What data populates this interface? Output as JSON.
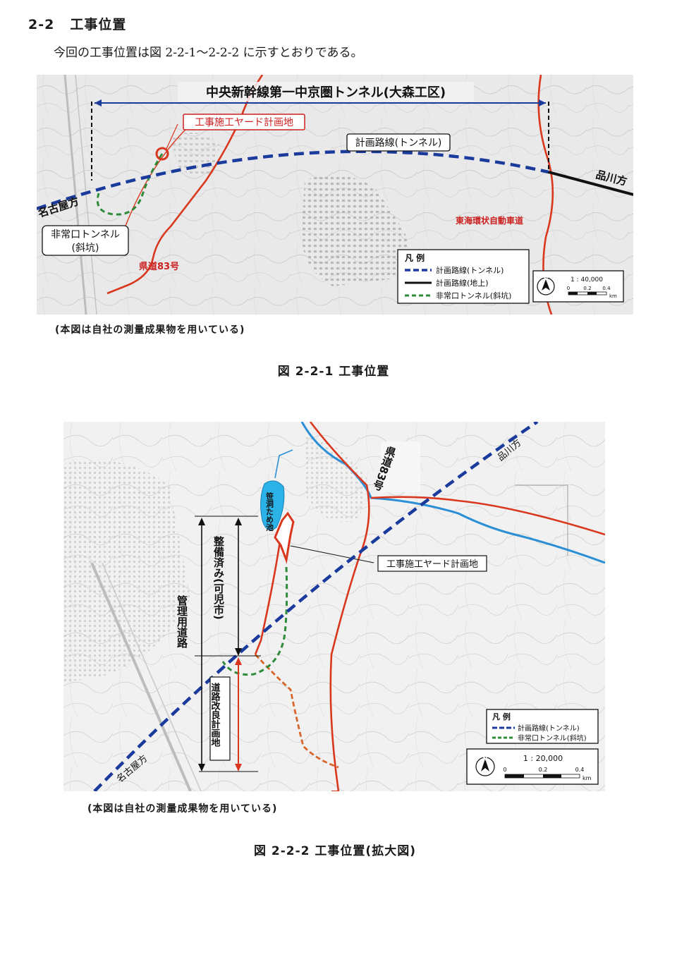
{
  "section": {
    "number": "2-2",
    "title": "工事位置"
  },
  "intro": "今回の工事位置は図 2-2-1〜2-2-2 に示すとおりである。",
  "map1": {
    "title": "中央新幹線第一中京圏トンネル(大森工区)",
    "yard_label": "工事施工ヤード計画地",
    "route_label": "計画路線(トンネル)",
    "nagoya_label": "名古屋方",
    "shinagawa_label": "品川方",
    "emergency_label_line1": "非常口トンネル",
    "emergency_label_line2": "(斜坑)",
    "pref_road_label": "県道83号",
    "expressway_label": "東海環状自動車道",
    "legend": {
      "title": "凡 例",
      "items": [
        "計画路線(トンネル)",
        "計画路線(地上)",
        "非常口トンネル(斜坑)"
      ]
    },
    "scale": {
      "ratio": "1 : 40,000",
      "ticks": [
        "0",
        "0.2",
        "0.4"
      ],
      "unit": "km",
      "north": "N"
    },
    "note": "(本図は自社の測量成果物を用いている)",
    "caption": "図 2-2-1 工事位置"
  },
  "map2": {
    "pond_label": "笹洞ため池",
    "pref_road_label": "県道83号",
    "shinagawa_label": "品川方",
    "nagoya_label": "名古屋方",
    "yard_label": "工事施工ヤード計画地",
    "maintained_label": "整備済み(可児市)",
    "mgmt_road_label": "管理用道路",
    "improvement_label": "道路改良計画地",
    "legend": {
      "title": "凡 例",
      "items": [
        "計画路線(トンネル)",
        "非常口トンネル(斜坑)"
      ]
    },
    "scale": {
      "ratio": "1 : 20,000",
      "ticks": [
        "0",
        "0.2",
        "0.4"
      ],
      "unit": "km",
      "north": "N"
    },
    "note": "(本図は自社の測量成果物を用いている)",
    "caption": "図 2-2-2 工事位置(拡大図)"
  },
  "colors": {
    "route_blue": "#1a3a9c",
    "road_red": "#d9381e",
    "emergency_green": "#2e8b3a",
    "river_blue": "#2b8fd6",
    "label_red": "#cc1f1f",
    "improvement_orange": "#d8662a"
  }
}
